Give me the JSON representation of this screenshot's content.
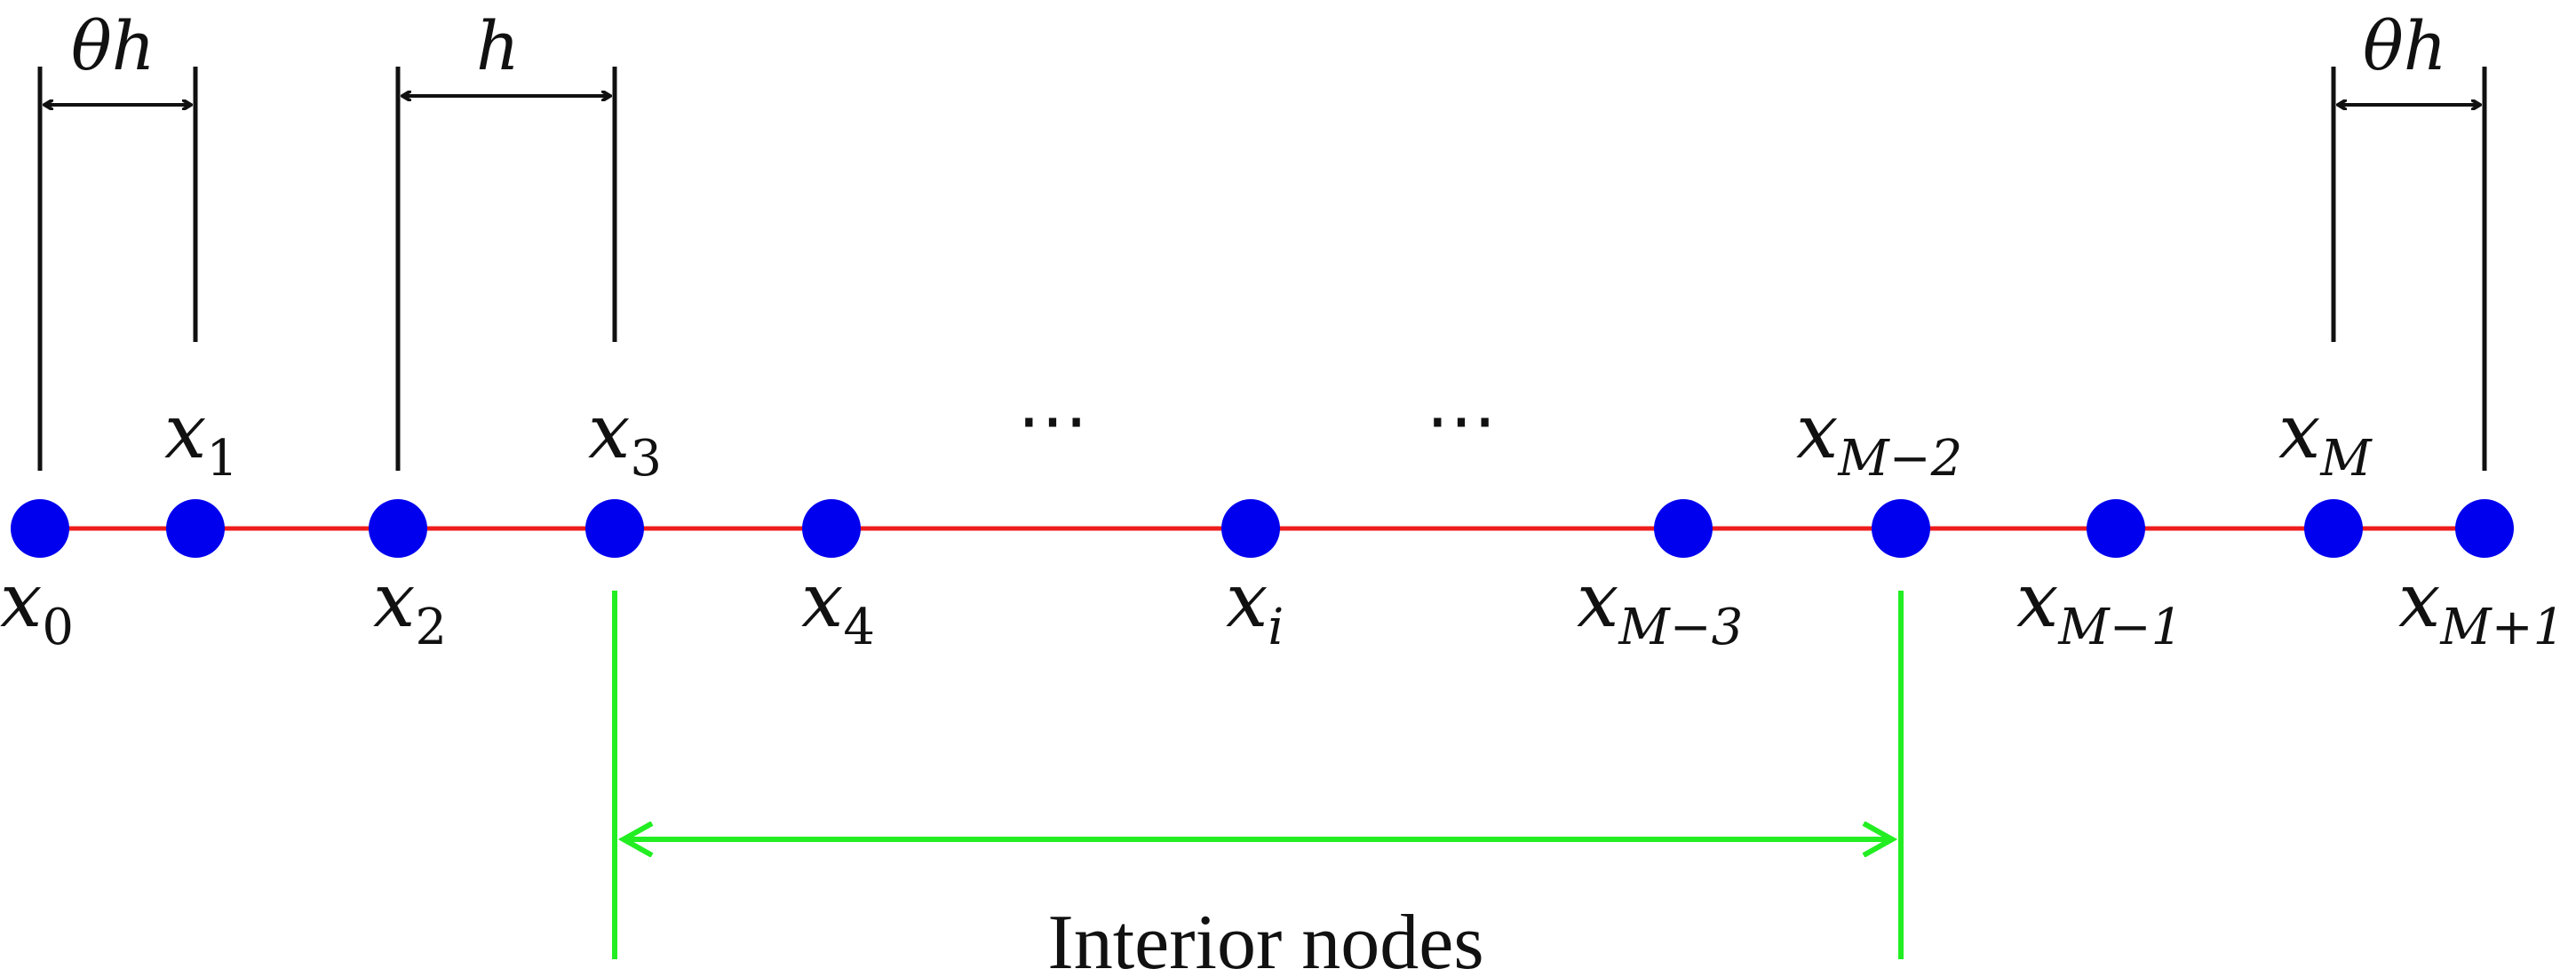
{
  "colors": {
    "node": "#0000ee",
    "axis_line": "#ee1c1c",
    "interior_bracket": "#22ee22",
    "ink": "#111111"
  },
  "nodes": [
    {
      "base": "x",
      "sub": "0"
    },
    {
      "base": "x",
      "sub": "1"
    },
    {
      "base": "x",
      "sub": "2"
    },
    {
      "base": "x",
      "sub": "3"
    },
    {
      "base": "x",
      "sub": "4"
    },
    {
      "base": "x",
      "sub": "i"
    },
    {
      "base": "x",
      "sub": "M−3"
    },
    {
      "base": "x",
      "sub": "M−2"
    },
    {
      "base": "x",
      "sub": "M−1"
    },
    {
      "base": "x",
      "sub": "M"
    },
    {
      "base": "x",
      "sub": "M+1"
    }
  ],
  "ellipses": [
    "⋯",
    "⋯"
  ],
  "dimensions": {
    "left_spacing": "θh",
    "uniform_spacing": "h",
    "right_spacing": "θh"
  },
  "interior_label": "Interior nodes"
}
